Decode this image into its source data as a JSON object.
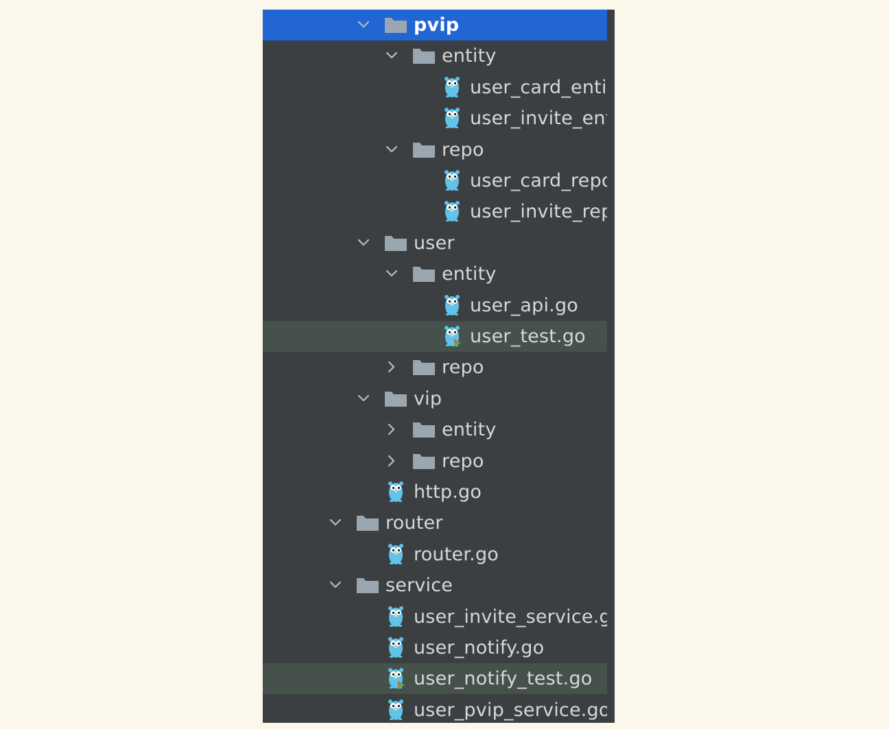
{
  "project_tree": {
    "items": [
      {
        "label": "pvip",
        "kind": "folder",
        "depth": 2,
        "expanded": true,
        "state": "selected"
      },
      {
        "label": "entity",
        "kind": "folder",
        "depth": 3,
        "expanded": true
      },
      {
        "label": "user_card_entity.",
        "kind": "go-file",
        "depth": 4
      },
      {
        "label": "user_invite_entity",
        "kind": "go-file",
        "depth": 4
      },
      {
        "label": "repo",
        "kind": "folder",
        "depth": 3,
        "expanded": true
      },
      {
        "label": "user_card_repo.g",
        "kind": "go-file",
        "depth": 4
      },
      {
        "label": "user_invite_repo.",
        "kind": "go-file",
        "depth": 4
      },
      {
        "label": "user",
        "kind": "folder",
        "depth": 2,
        "expanded": true
      },
      {
        "label": "entity",
        "kind": "folder",
        "depth": 3,
        "expanded": true
      },
      {
        "label": "user_api.go",
        "kind": "go-file",
        "depth": 4
      },
      {
        "label": "user_test.go",
        "kind": "go-test-file",
        "depth": 4,
        "state": "highlight"
      },
      {
        "label": "repo",
        "kind": "folder",
        "depth": 3,
        "expanded": false
      },
      {
        "label": "vip",
        "kind": "folder",
        "depth": 2,
        "expanded": true
      },
      {
        "label": "entity",
        "kind": "folder",
        "depth": 3,
        "expanded": false
      },
      {
        "label": "repo",
        "kind": "folder",
        "depth": 3,
        "expanded": false
      },
      {
        "label": "http.go",
        "kind": "go-file",
        "depth": 2
      },
      {
        "label": "router",
        "kind": "folder",
        "depth": 1,
        "expanded": true
      },
      {
        "label": "router.go",
        "kind": "go-file",
        "depth": 2
      },
      {
        "label": "service",
        "kind": "folder",
        "depth": 1,
        "expanded": true
      },
      {
        "label": "user_invite_service.go",
        "kind": "go-file",
        "depth": 2
      },
      {
        "label": "user_notify.go",
        "kind": "go-file",
        "depth": 2
      },
      {
        "label": "user_notify_test.go",
        "kind": "go-test-file",
        "depth": 2,
        "state": "highlight"
      },
      {
        "label": "user_pvip_service.go",
        "kind": "go-file",
        "depth": 2
      }
    ]
  },
  "icons": {
    "folder": "folder-icon",
    "go-file": "gopher-file-icon",
    "go-test-file": "gopher-test-file-icon",
    "expanded": "chevron-down-icon",
    "collapsed": "chevron-right-icon"
  },
  "colors": {
    "page_background": "#fcf7eb",
    "panel_background": "#3b3f42",
    "selection": "#2266d4",
    "highlight_row": "#45514a",
    "text": "#d6d8da",
    "folder": "#9aa7b0",
    "gopher": "#5fc3ea",
    "run_marker_green": "#5aa854",
    "run_marker_red": "#e05545"
  }
}
